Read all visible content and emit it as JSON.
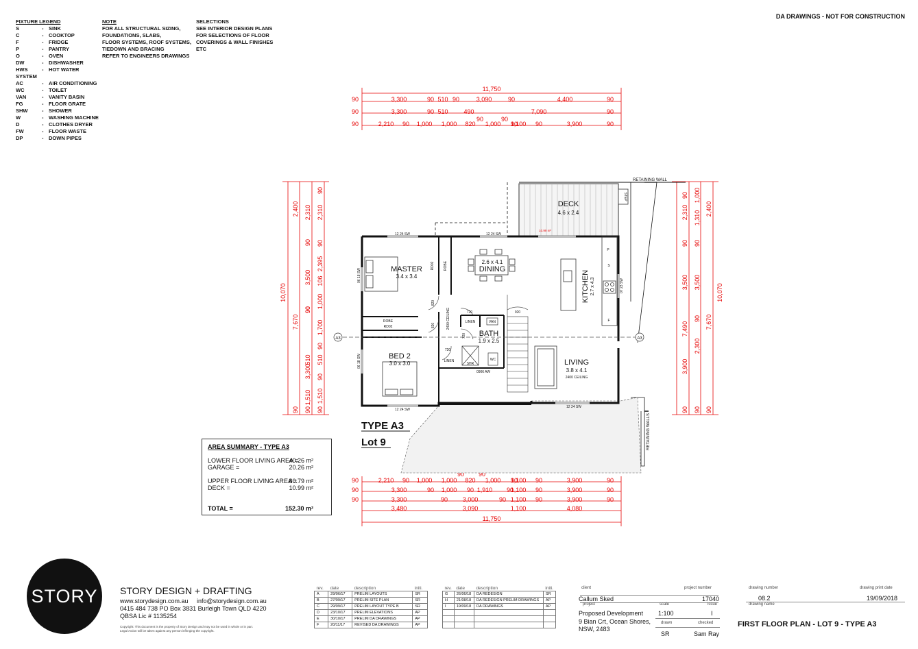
{
  "header": {
    "disclaimer": "DA DRAWINGS - NOT FOR CONSTRUCTION"
  },
  "legend": {
    "title": "FIXTURE LEGEND",
    "items": [
      {
        "code": "S",
        "label": "SINK"
      },
      {
        "code": "C",
        "label": "COOKTOP"
      },
      {
        "code": "F",
        "label": "FRIDGE"
      },
      {
        "code": "P",
        "label": "PANTRY"
      },
      {
        "code": "O",
        "label": "OVEN"
      },
      {
        "code": "DW",
        "label": "DISHWASHER"
      },
      {
        "code": "HWS",
        "label": "HOT WATER"
      }
    ],
    "system_label": "SYSTEM",
    "items2": [
      {
        "code": "AC",
        "label": "AIR CONDITIONING"
      },
      {
        "code": "WC",
        "label": "TOILET"
      },
      {
        "code": "VAN",
        "label": "VANITY BASIN"
      },
      {
        "code": "FG",
        "label": "FLOOR GRATE"
      },
      {
        "code": "SHW",
        "label": "SHOWER"
      },
      {
        "code": "W",
        "label": "WASHING MACHINE"
      },
      {
        "code": "D",
        "label": "CLOTHES DRYER"
      },
      {
        "code": "FW",
        "label": "FLOOR WASTE"
      },
      {
        "code": "DP",
        "label": "DOWN PIPES"
      }
    ]
  },
  "note": {
    "title": "NOTE",
    "lines": [
      "FOR ALL STRUCTURAL SIZING,",
      "FOUNDATIONS, SLABS,",
      "FLOOR SYSTEMS, ROOF SYSTEMS,",
      "TIEDOWN AND BRACING",
      "REFER TO ENGINEERS DRAWINGS"
    ]
  },
  "selections": {
    "title": "SELECTIONS",
    "lines": [
      "SEE INTERIOR DESIGN PLANS",
      "FOR SELECTIONS OF FLOOR",
      "COVERINGS & WALL FINISHES",
      "ETC"
    ]
  },
  "dims_top": {
    "overall": "11,750",
    "row1": [
      "90",
      "3,300",
      "90",
      "510",
      "90",
      "3,090",
      "90",
      "4,400",
      "90"
    ],
    "row2": [
      "90",
      "3,300",
      "90",
      "510",
      "490",
      "7,090",
      "90"
    ],
    "row3": [
      "90",
      "2,210",
      "90",
      "1,000",
      "1,000",
      "820",
      "1,000",
      "90",
      "1,100",
      "90",
      "3,900",
      "90"
    ],
    "row3_upper": [
      "90",
      "90"
    ]
  },
  "dims_bottom": {
    "row1": [
      "90",
      "2,210",
      "90",
      "1,000",
      "1,000",
      "820",
      "1,000",
      "90",
      "1,100",
      "90",
      "3,900",
      "90"
    ],
    "row1_upper": [
      "90",
      "90"
    ],
    "row2": [
      "90",
      "3,300",
      "90",
      "1,000",
      "90",
      "1,910",
      "90",
      "1,100",
      "90",
      "3,900",
      "90"
    ],
    "row3": [
      "90",
      "3,300",
      "90",
      "3,000",
      "90",
      "1,100",
      "90",
      "3,900",
      "90"
    ],
    "row4": [
      "3,480",
      "3,090",
      "1,100",
      "4,080"
    ],
    "overall": "11,750"
  },
  "dims_left": {
    "overall": "10,070",
    "a": [
      "2,400",
      "7,670",
      "90"
    ],
    "b": [
      "2,310",
      "3,500",
      "90",
      "510",
      "90",
      "3,300",
      "1,510",
      "90",
      "90"
    ],
    "c": [
      "90",
      "2,310",
      "90",
      "2,395",
      "106",
      "1,000",
      "1,700",
      "90",
      "510",
      "90",
      "1,510",
      "90"
    ]
  },
  "dims_right": {
    "overall": "10,070",
    "a": [
      "2,400",
      "7,670",
      "90"
    ],
    "b": [
      "1,000",
      "1,310",
      "90",
      "3,500",
      "2,300",
      "90",
      "90"
    ],
    "c": [
      "90",
      "2,310",
      "90",
      "3,500",
      "7,490",
      "3,900",
      "90"
    ]
  },
  "plan": {
    "rooms": [
      {
        "name": "DECK",
        "size": "4.6 x 2.4",
        "area": "10.99 m²"
      },
      {
        "name": "MASTER",
        "size": "3.4 x 3.4"
      },
      {
        "name": "DINING",
        "size": "2.6 x 4.1"
      },
      {
        "name": "KITCHEN",
        "size": "2.7 x 4.3"
      },
      {
        "name": "BATH",
        "size": "1.9 x 2.5"
      },
      {
        "name": "BED 2",
        "size": "3.0 x 3.0"
      },
      {
        "name": "LIVING",
        "size": "3.8 x 4.1",
        "ceiling": "2400 CEILING"
      }
    ],
    "labels": {
      "retaining_wall": "RETAINING WALL",
      "retaining_walls": "RETAINING WALLS",
      "step": "STEP",
      "win1": "12 24 SW",
      "win2": "12 24 SW",
      "win3": "12 24 SW",
      "win4": "12 24 SW",
      "win5": "12 24 SW",
      "win_master": "06 18 SW",
      "win_bed": "06 18 SW",
      "win_kitchen": "07 23 SW",
      "win_bath": "0906 AW",
      "robe": "ROBE",
      "robe2": "ROBE",
      "rd02a": "RD02",
      "rd02b": "RD02",
      "linen1": "LINEN",
      "linen2": "LINEN",
      "van": "VAN",
      "wc": "WC",
      "shr": "SHR",
      "ceiling": "2400 CEILING",
      "d720a": "720",
      "d720b": "720",
      "d720c": "720",
      "d820a": "820",
      "d820b": "820",
      "d920": "920",
      "section": "A3",
      "p": "P",
      "s": "S",
      "c": "C",
      "f": "F"
    },
    "type": "TYPE A3",
    "lot": "Lot 9"
  },
  "area_summary": {
    "title": "AREA SUMMARY - TYPE A3",
    "rows": [
      {
        "label": "LOWER FLOOR LIVING AREA =",
        "value": "40.26 m²"
      },
      {
        "label": "GARAGE =",
        "value": "20.26 m²"
      },
      {
        "label": "UPPER FLOOR LIVING AREA =",
        "value": "80.79 m²"
      },
      {
        "label": "DECK  =",
        "value": "10.99 m²"
      }
    ],
    "total_label": "TOTAL =",
    "total_value": "152.30 m²"
  },
  "company": {
    "logo": "STORY",
    "name": "STORY DESIGN + DRAFTING",
    "line1": "www.storydesign.com.au     info@storydesign.com.au",
    "line2": "0415 484 738   PO Box 3831 Burleigh Town QLD 4220",
    "line3": "QBSA Lic # 1135254",
    "copyright1": "Copyright: This document is the property of Story Design and may not be used in whole or in part.",
    "copyright2": "Legal Action will be taken against any person infringing the copyright."
  },
  "revisions": {
    "headers": [
      "rev.",
      "date",
      "description",
      "initi."
    ],
    "left": [
      [
        "A",
        "29/06/17",
        "PRELIM LAYOUTS",
        "SR"
      ],
      [
        "B",
        "27/09/17",
        "PRELIM SITE PLAN",
        "SR"
      ],
      [
        "C",
        "29/09/17",
        "PRELIM LAYOUT TYPE B",
        "SR"
      ],
      [
        "D",
        "23/10/17",
        "PRELIM ELEVATIONS",
        "AP"
      ],
      [
        "E",
        "30/10/17",
        "PRELIM DA DRAWINGS",
        "AP"
      ],
      [
        "F",
        "20/11/17",
        "REVISED DA DRAWINGS",
        "AP"
      ]
    ],
    "right": [
      [
        "G",
        "26/06/18",
        "DA REDESIGN",
        "SR"
      ],
      [
        "H",
        "21/08/18",
        "DA REDESIGN PRELIM DRAWINGS",
        "AP"
      ],
      [
        "I",
        "19/09/18",
        "DA DRAWINGS",
        "AP"
      ],
      [
        "",
        "",
        "",
        ""
      ],
      [
        "",
        "",
        "",
        ""
      ],
      [
        "",
        "",
        "",
        ""
      ]
    ]
  },
  "title_block": {
    "client_label": "client",
    "client": "Callum Sked",
    "project_number_label": "project number",
    "project_number": "17040",
    "project_label": "project",
    "project": "Proposed Development",
    "address1": "9 Bian Crt, Ocean Shores,",
    "address2": "NSW, 2483",
    "scale_label": "scale",
    "scale": "1:100",
    "issue_label": "issue",
    "issue": "I",
    "drawn_label": "drawn",
    "drawn": "SR",
    "checked_label": "checked",
    "checked": "Sam Ray",
    "drawing_number_label": "drawing number",
    "drawing_number": "08.2",
    "print_date_label": "drawing print date",
    "print_date": "19/09/2018",
    "drawing_name_label": "drawing name",
    "drawing_name": "FIRST FLOOR PLAN - LOT 9 - TYPE A3"
  }
}
